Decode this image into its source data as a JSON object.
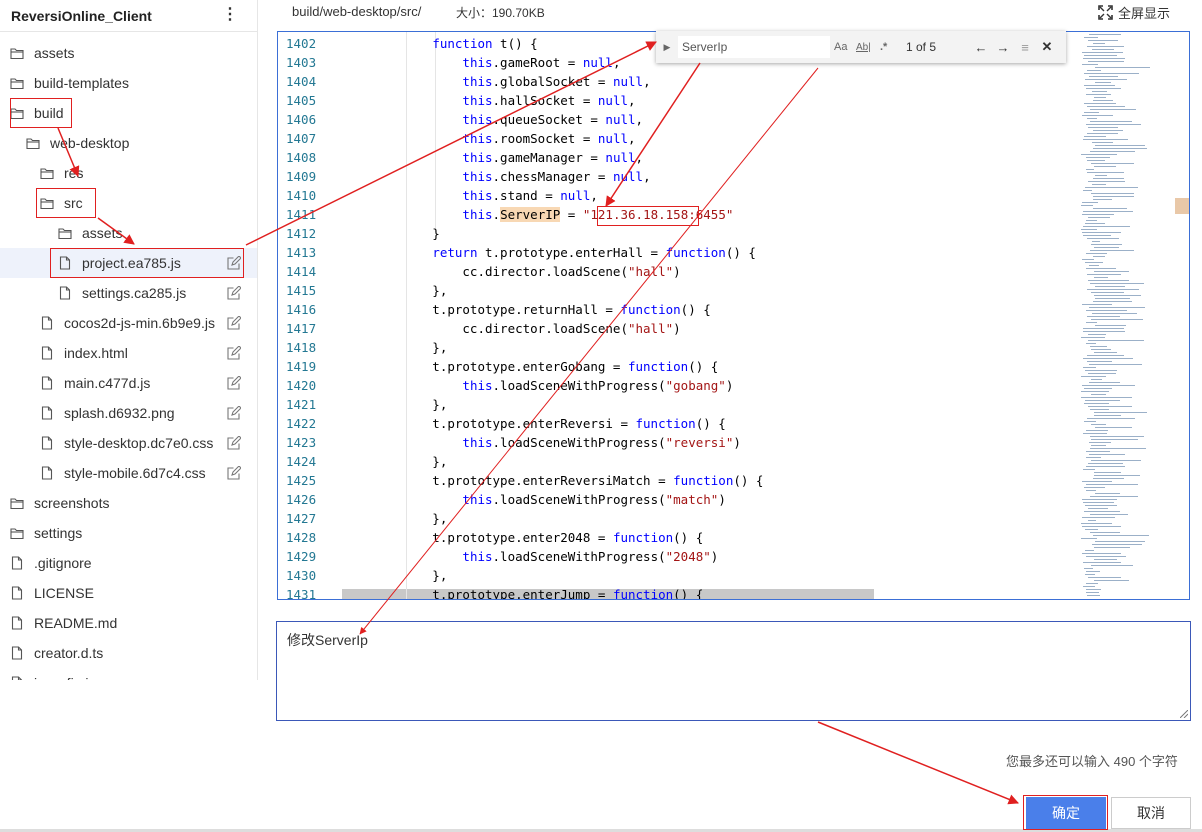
{
  "sidebar": {
    "title": "ReversiOnline_Client",
    "menu_icon": "more-vertical-icon",
    "items": [
      {
        "label": "assets",
        "type": "folder",
        "level": 0
      },
      {
        "label": "build-templates",
        "type": "folder",
        "level": 0
      },
      {
        "label": "build",
        "type": "folder",
        "level": 0
      },
      {
        "label": "web-desktop",
        "type": "folder",
        "level": 1
      },
      {
        "label": "res",
        "type": "folder",
        "level": 2
      },
      {
        "label": "src",
        "type": "folder",
        "level": 2
      },
      {
        "label": "assets",
        "type": "folder",
        "level": 3
      },
      {
        "label": "project.ea785.js",
        "type": "file",
        "level": 3,
        "selected": true,
        "editable": true
      },
      {
        "label": "settings.ca285.js",
        "type": "file",
        "level": 3,
        "editable": true
      },
      {
        "label": "cocos2d-js-min.6b9e9.js",
        "type": "file",
        "level": 2,
        "editable": true
      },
      {
        "label": "index.html",
        "type": "file",
        "level": 2,
        "editable": true
      },
      {
        "label": "main.c477d.js",
        "type": "file",
        "level": 2,
        "editable": true
      },
      {
        "label": "splash.d6932.png",
        "type": "file",
        "level": 2,
        "editable": true
      },
      {
        "label": "style-desktop.dc7e0.css",
        "type": "file",
        "level": 2,
        "editable": true
      },
      {
        "label": "style-mobile.6d7c4.css",
        "type": "file",
        "level": 2,
        "editable": true
      },
      {
        "label": "screenshots",
        "type": "folder",
        "level": 0
      },
      {
        "label": "settings",
        "type": "folder",
        "level": 0
      },
      {
        "label": ".gitignore",
        "type": "file",
        "level": 0
      },
      {
        "label": "LICENSE",
        "type": "file",
        "level": 0
      },
      {
        "label": "README.md",
        "type": "file",
        "level": 0
      },
      {
        "label": "creator.d.ts",
        "type": "file",
        "level": 0
      },
      {
        "label": "jsconfig.json",
        "type": "file",
        "level": 0
      }
    ]
  },
  "header": {
    "path": "build/web-desktop/src/",
    "size": "大小：190.70KB",
    "fullscreen_label": "全屏显示"
  },
  "find_widget": {
    "query": "ServerIp",
    "match_case": "Aa",
    "whole_word": "Ab|",
    "regex": ".*",
    "count": "1 of 5"
  },
  "editor": {
    "line_numbers": [
      "1402",
      "1403",
      "1404",
      "1405",
      "1406",
      "1407",
      "1408",
      "1409",
      "1410",
      "1411",
      "1412",
      "1413",
      "1414",
      "1415",
      "1416",
      "1417",
      "1418",
      "1419",
      "1420",
      "1421",
      "1422",
      "1423",
      "1424",
      "1425",
      "1426",
      "1427",
      "1428",
      "1429",
      "1430",
      "1431"
    ],
    "lines": [
      [
        {
          "t": "            "
        },
        {
          "t": "function",
          "c": "kw"
        },
        {
          "t": " t() {"
        }
      ],
      [
        {
          "t": "                "
        },
        {
          "t": "this",
          "c": "kw"
        },
        {
          "t": ".gameRoot = "
        },
        {
          "t": "null",
          "c": "kw"
        },
        {
          "t": ","
        }
      ],
      [
        {
          "t": "                "
        },
        {
          "t": "this",
          "c": "kw"
        },
        {
          "t": ".globalSocket = "
        },
        {
          "t": "null",
          "c": "kw"
        },
        {
          "t": ","
        }
      ],
      [
        {
          "t": "                "
        },
        {
          "t": "this",
          "c": "kw"
        },
        {
          "t": ".hallSocket = "
        },
        {
          "t": "null",
          "c": "kw"
        },
        {
          "t": ","
        }
      ],
      [
        {
          "t": "                "
        },
        {
          "t": "this",
          "c": "kw"
        },
        {
          "t": ".queueSocket = "
        },
        {
          "t": "null",
          "c": "kw"
        },
        {
          "t": ","
        }
      ],
      [
        {
          "t": "                "
        },
        {
          "t": "this",
          "c": "kw"
        },
        {
          "t": ".roomSocket = "
        },
        {
          "t": "null",
          "c": "kw"
        },
        {
          "t": ","
        }
      ],
      [
        {
          "t": "                "
        },
        {
          "t": "this",
          "c": "kw"
        },
        {
          "t": ".gameManager = "
        },
        {
          "t": "null",
          "c": "kw"
        },
        {
          "t": ","
        }
      ],
      [
        {
          "t": "                "
        },
        {
          "t": "this",
          "c": "kw"
        },
        {
          "t": ".chessManager = "
        },
        {
          "t": "null",
          "c": "kw"
        },
        {
          "t": ","
        }
      ],
      [
        {
          "t": "                "
        },
        {
          "t": "this",
          "c": "kw"
        },
        {
          "t": ".stand = "
        },
        {
          "t": "null",
          "c": "kw"
        },
        {
          "t": ","
        }
      ],
      [
        {
          "t": "                "
        },
        {
          "t": "this",
          "c": "kw"
        },
        {
          "t": "."
        },
        {
          "t": "ServerIP",
          "c": "hl"
        },
        {
          "t": " = "
        },
        {
          "t": "\"121.36.18.158:6455\"",
          "c": "str"
        }
      ],
      [
        {
          "t": "            }"
        }
      ],
      [
        {
          "t": "            "
        },
        {
          "t": "return",
          "c": "kw"
        },
        {
          "t": " t.prototype.enterHall = "
        },
        {
          "t": "function",
          "c": "kw"
        },
        {
          "t": "() {"
        }
      ],
      [
        {
          "t": "                cc.director.loadScene("
        },
        {
          "t": "\"hall\"",
          "c": "str"
        },
        {
          "t": ")"
        }
      ],
      [
        {
          "t": "            },"
        }
      ],
      [
        {
          "t": "            t.prototype.returnHall = "
        },
        {
          "t": "function",
          "c": "kw"
        },
        {
          "t": "() {"
        }
      ],
      [
        {
          "t": "                cc.director.loadScene("
        },
        {
          "t": "\"hall\"",
          "c": "str"
        },
        {
          "t": ")"
        }
      ],
      [
        {
          "t": "            },"
        }
      ],
      [
        {
          "t": "            t.prototype.enterGobang = "
        },
        {
          "t": "function",
          "c": "kw"
        },
        {
          "t": "() {"
        }
      ],
      [
        {
          "t": "                "
        },
        {
          "t": "this",
          "c": "kw"
        },
        {
          "t": ".loadSceneWithProgress("
        },
        {
          "t": "\"gobang\"",
          "c": "str"
        },
        {
          "t": ")"
        }
      ],
      [
        {
          "t": "            },"
        }
      ],
      [
        {
          "t": "            t.prototype.enterReversi = "
        },
        {
          "t": "function",
          "c": "kw"
        },
        {
          "t": "() {"
        }
      ],
      [
        {
          "t": "                "
        },
        {
          "t": "this",
          "c": "kw"
        },
        {
          "t": ".loadSceneWithProgress("
        },
        {
          "t": "\"reversi\"",
          "c": "str"
        },
        {
          "t": ")"
        }
      ],
      [
        {
          "t": "            },"
        }
      ],
      [
        {
          "t": "            t.prototype.enterReversiMatch = "
        },
        {
          "t": "function",
          "c": "kw"
        },
        {
          "t": "() {"
        }
      ],
      [
        {
          "t": "                "
        },
        {
          "t": "this",
          "c": "kw"
        },
        {
          "t": ".loadSceneWithProgress("
        },
        {
          "t": "\"match\"",
          "c": "str"
        },
        {
          "t": ")"
        }
      ],
      [
        {
          "t": "            },"
        }
      ],
      [
        {
          "t": "            t.prototype.enter2048 = "
        },
        {
          "t": "function",
          "c": "kw"
        },
        {
          "t": "() {"
        }
      ],
      [
        {
          "t": "                "
        },
        {
          "t": "this",
          "c": "kw"
        },
        {
          "t": ".loadSceneWithProgress("
        },
        {
          "t": "\"2048\"",
          "c": "str"
        },
        {
          "t": ")"
        }
      ],
      [
        {
          "t": "            },"
        }
      ],
      [
        {
          "t": "            t.prototype.enterJump = "
        },
        {
          "t": "function",
          "c": "kw"
        },
        {
          "t": "() {"
        }
      ]
    ]
  },
  "commit": {
    "message": "修改ServerIp",
    "remaining": "您最多还可以输入 490 个字符",
    "ok_label": "确定",
    "cancel_label": "取消"
  },
  "colors": {
    "accent": "#4a7fea",
    "annotation": "#e02020",
    "keyword": "#0000ff",
    "string": "#a31515",
    "line_number": "#237893"
  }
}
